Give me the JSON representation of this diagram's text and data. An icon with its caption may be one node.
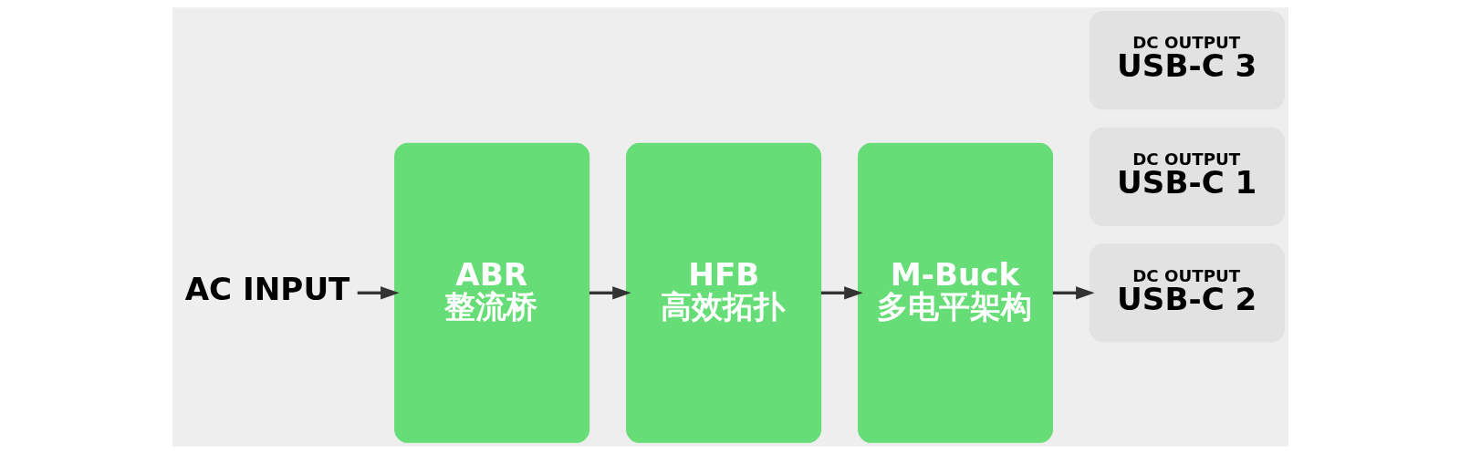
{
  "diagram": {
    "nodes": [
      {
        "text": [
          "AC INPUT"
        ]
      },
      {
        "text": [
          "ABR",
          "整流桥"
        ]
      },
      {
        "text": [
          "HFB",
          "高效拓扑"
        ]
      },
      {
        "text": [
          "M-Buck",
          "多电平架构"
        ]
      },
      {
        "text": [
          "DC OUTPUT",
          "USB-C 1"
        ]
      },
      {
        "text": [
          "DC OUTPUT",
          "USB-C 2"
        ]
      },
      {
        "text": [
          "DC OUTPUT",
          "USB-C 3"
        ]
      }
    ],
    "edges": [
      {
        "from": 0,
        "to": 1,
        "arrow": "to"
      },
      {
        "from": 1,
        "to": 2,
        "arrow": "to"
      },
      {
        "from": 2,
        "to": 3,
        "arrow": "to"
      },
      {
        "from": 3,
        "to": 5,
        "arrow": "to"
      }
    ]
  }
}
